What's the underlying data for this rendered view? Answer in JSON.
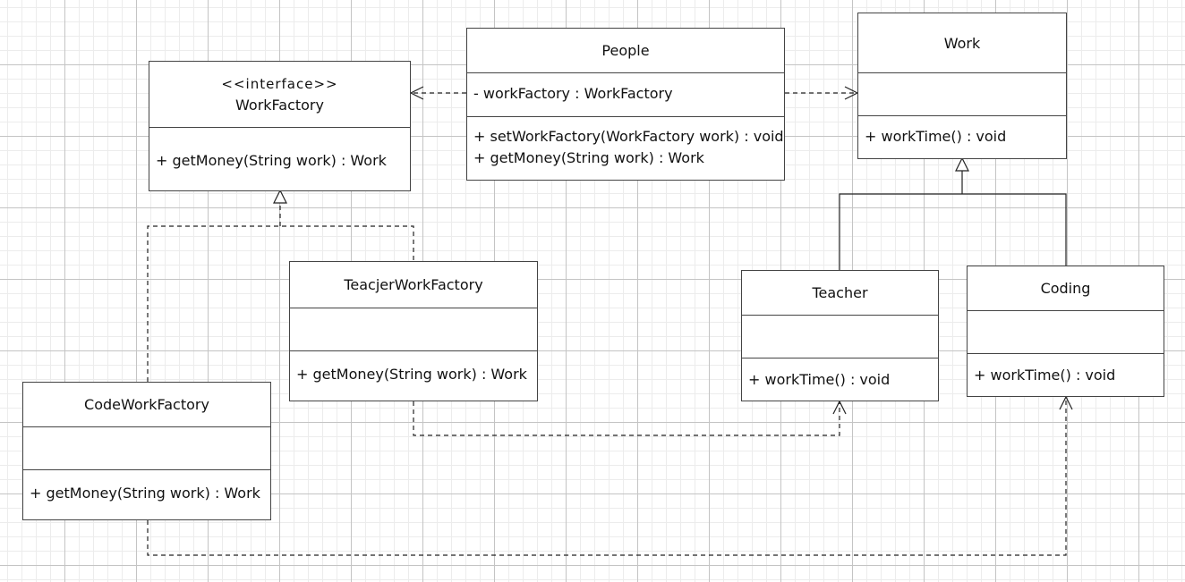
{
  "classes": {
    "work_factory": {
      "stereotype": "<<interface>>",
      "name": "WorkFactory",
      "attributes": [],
      "operations": [
        "+  getMoney(String work) : Work"
      ]
    },
    "people": {
      "name": "People",
      "attributes": [
        "-  workFactory :   WorkFactory"
      ],
      "operations": [
        "+  setWorkFactory(WorkFactory work) : void",
        "+  getMoney(String work) : Work"
      ]
    },
    "work": {
      "name": "Work",
      "attributes": [],
      "operations": [
        "+  workTime() : void"
      ]
    },
    "teacher_work_factory": {
      "name": "TeacjerWorkFactory",
      "attributes": [],
      "operations": [
        "+  getMoney(String work) : Work"
      ]
    },
    "teacher": {
      "name": "Teacher",
      "attributes": [],
      "operations": [
        "+  workTime() : void"
      ]
    },
    "coding": {
      "name": "Coding",
      "attributes": [],
      "operations": [
        "+  workTime() : void"
      ]
    },
    "code_work_factory": {
      "name": "CodeWorkFactory",
      "attributes": [],
      "operations": [
        "+  getMoney(String work) : Work"
      ]
    }
  },
  "relations": [
    {
      "type": "dependency",
      "from": "people",
      "to": "work_factory"
    },
    {
      "type": "dependency",
      "from": "people",
      "to": "work"
    },
    {
      "type": "realization",
      "from": "code_work_factory",
      "to": "work_factory"
    },
    {
      "type": "realization",
      "from": "teacher_work_factory",
      "to": "work_factory"
    },
    {
      "type": "generalization",
      "from": "teacher",
      "to": "work"
    },
    {
      "type": "generalization",
      "from": "coding",
      "to": "work"
    },
    {
      "type": "dependency",
      "from": "teacher_work_factory",
      "to": "teacher"
    },
    {
      "type": "dependency",
      "from": "code_work_factory",
      "to": "coding"
    }
  ]
}
